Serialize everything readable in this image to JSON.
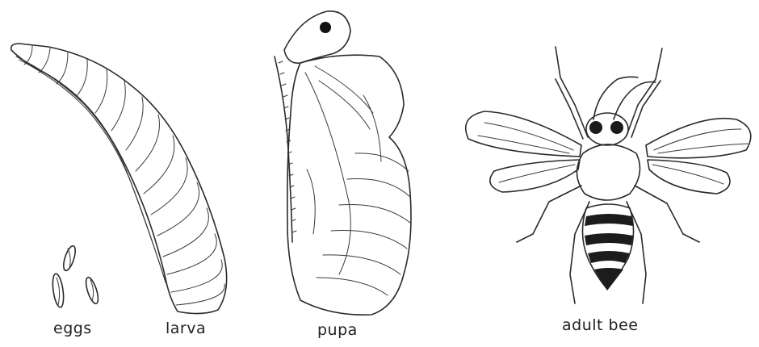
{
  "diagram": {
    "labels": {
      "eggs": "eggs",
      "larva": "larva",
      "pupa": "pupa",
      "adult": "adult bee"
    }
  }
}
